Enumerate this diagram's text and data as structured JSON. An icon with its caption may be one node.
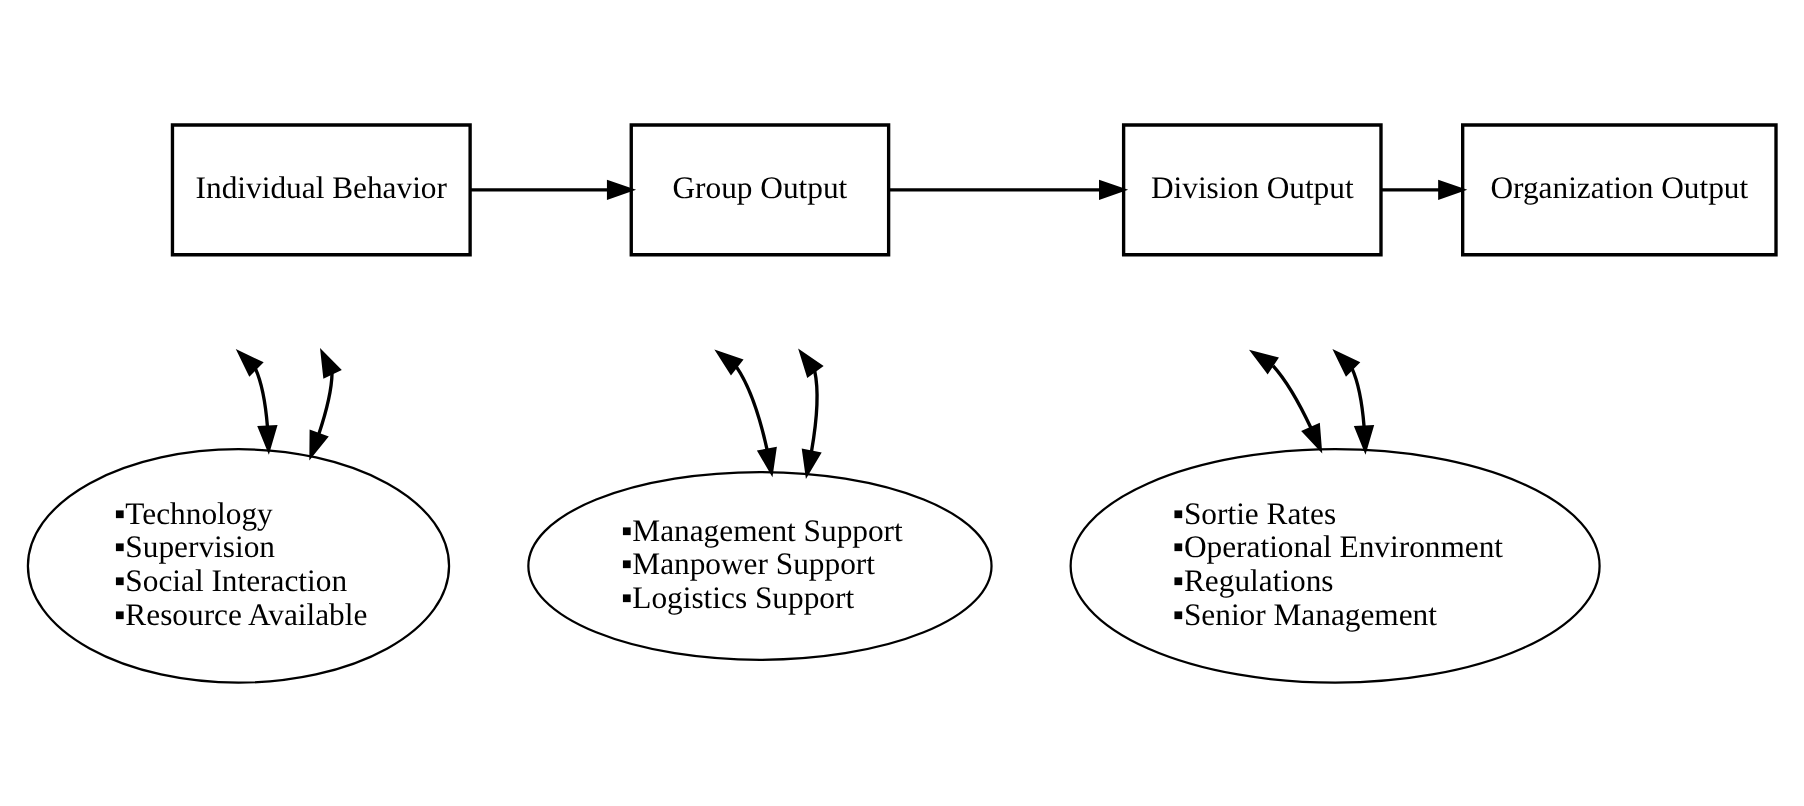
{
  "diagram": {
    "nodes": [
      {
        "text": [
          "Individual Behavior"
        ]
      },
      {
        "text": [
          "Group Output"
        ]
      },
      {
        "text": [
          "Division Output"
        ]
      },
      {
        "text": [
          "Organization Output"
        ]
      },
      {
        "text": [
          "▪Technology",
          "▪Supervision",
          "▪Social Interaction",
          "▪Resource Available"
        ]
      },
      {
        "text": [
          "▪Management Support",
          "▪Manpower Support",
          "▪Logistics Support"
        ]
      },
      {
        "text": [
          "▪Sortie Rates",
          "▪Operational Environment",
          "▪Regulations",
          "▪Senior Management"
        ]
      }
    ],
    "edges": [
      {
        "from": 0,
        "to": 1,
        "arrow": "to"
      },
      {
        "from": 1,
        "to": 2,
        "arrow": "to"
      },
      {
        "from": 2,
        "to": 3,
        "arrow": "to"
      },
      {
        "from": 4,
        "to": null,
        "arrow": "both"
      },
      {
        "from": 4,
        "to": null,
        "arrow": "both"
      },
      {
        "from": 5,
        "to": null,
        "arrow": "both"
      },
      {
        "from": 5,
        "to": null,
        "arrow": "both"
      },
      {
        "from": 6,
        "to": null,
        "arrow": "both"
      },
      {
        "from": 6,
        "to": null,
        "arrow": "both"
      }
    ]
  }
}
